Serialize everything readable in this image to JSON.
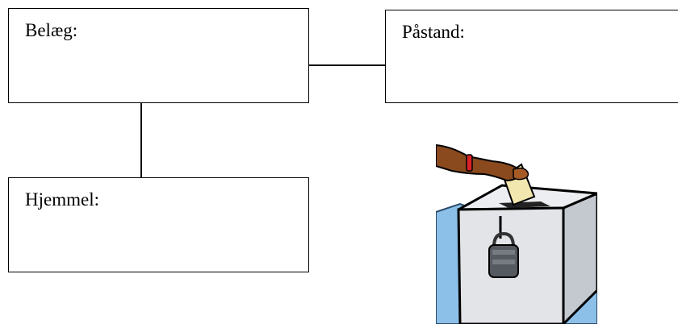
{
  "diagram": {
    "boxes": {
      "belaeg": {
        "label": "Belæg:"
      },
      "pastand": {
        "label": "Påstand:"
      },
      "hjemmel": {
        "label": "Hjemmel:"
      }
    }
  },
  "colors": {
    "border": "#000000",
    "ballot_background": "#8cc0e8",
    "ballot_box": "#e2e4e8",
    "ballot_box_shade": "#c4c8cf",
    "skin": "#8a4a1e",
    "ballot_paper": "#f3e7b0",
    "watch": "#d9232a"
  },
  "clipart": {
    "icon": "ballot-box-icon"
  }
}
